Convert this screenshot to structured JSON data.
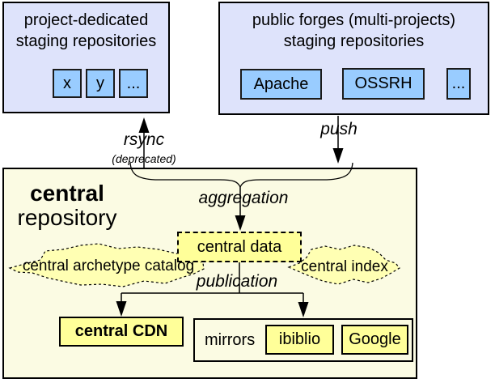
{
  "top_left_box": {
    "title_line1": "project-dedicated",
    "title_line2": "staging repositories",
    "items": [
      "x",
      "y",
      "..."
    ]
  },
  "top_right_box": {
    "title_line1": "public forges (multi-projects)",
    "title_line2": "staging repositories",
    "items": [
      "Apache",
      "OSSRH",
      "..."
    ]
  },
  "flows": {
    "rsync_label": "rsync",
    "rsync_note": "(deprecated)",
    "push_label": "push",
    "aggregation_label": "aggregation",
    "publication_label": "publication"
  },
  "central": {
    "title_line1": "central",
    "title_line2": "repository",
    "data_box_label": "central data",
    "archetype_cloud_label": "central archetype catalog",
    "index_cloud_label": "central index",
    "cdn_box_label": "central CDN",
    "mirrors_label": "mirrors",
    "mirror_items": [
      "ibiblio",
      "Google"
    ]
  },
  "colors": {
    "top_box_bg": "#dee3fb",
    "staging_chip_bg": "#99ccff",
    "central_bg": "#fbfbe3",
    "highlight_yellow": "#ffff99",
    "cloud_yellow": "#ffffb3",
    "line_ink": "#000000"
  }
}
